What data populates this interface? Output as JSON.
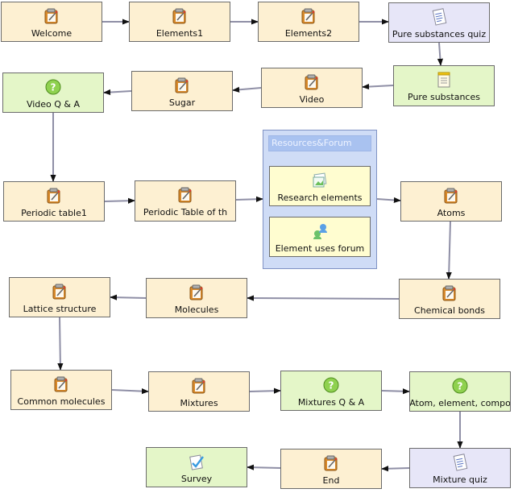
{
  "nodes": [
    {
      "id": "welcome",
      "label": "Welcome",
      "kind": "page",
      "icon": "page-icon"
    },
    {
      "id": "elements1",
      "label": "Elements1",
      "kind": "page",
      "icon": "page-icon"
    },
    {
      "id": "elements2",
      "label": "Elements2",
      "kind": "page",
      "icon": "page-icon"
    },
    {
      "id": "pure-substances-quiz",
      "label": "Pure substances quiz",
      "kind": "quiz",
      "icon": "quiz-icon"
    },
    {
      "id": "pure-substances",
      "label": "Pure substances",
      "kind": "qa",
      "icon": "notepad-icon"
    },
    {
      "id": "video",
      "label": "Video",
      "kind": "page",
      "icon": "page-icon"
    },
    {
      "id": "sugar",
      "label": "Sugar",
      "kind": "page",
      "icon": "page-icon"
    },
    {
      "id": "video-qa",
      "label": "Video Q & A",
      "kind": "qa",
      "icon": "question-icon"
    },
    {
      "id": "periodic-table1",
      "label": "Periodic table1",
      "kind": "page",
      "icon": "page-icon"
    },
    {
      "id": "periodic-table-of-th",
      "label": "Periodic Table of th",
      "kind": "page",
      "icon": "page-icon"
    },
    {
      "id": "research-elements",
      "label": "Research elements",
      "kind": "resource",
      "icon": "image-icon"
    },
    {
      "id": "element-uses-forum",
      "label": "Element uses forum",
      "kind": "resource",
      "icon": "forum-icon"
    },
    {
      "id": "atoms",
      "label": "Atoms",
      "kind": "page",
      "icon": "page-icon"
    },
    {
      "id": "chemical-bonds",
      "label": "Chemical bonds",
      "kind": "page",
      "icon": "page-icon"
    },
    {
      "id": "molecules",
      "label": "Molecules",
      "kind": "page",
      "icon": "page-icon"
    },
    {
      "id": "lattice-structure",
      "label": "Lattice structure",
      "kind": "page",
      "icon": "page-icon"
    },
    {
      "id": "common-molecules",
      "label": "Common molecules",
      "kind": "page",
      "icon": "page-icon"
    },
    {
      "id": "mixtures",
      "label": "Mixtures",
      "kind": "page",
      "icon": "page-icon"
    },
    {
      "id": "mixtures-qa",
      "label": "Mixtures Q & A",
      "kind": "qa",
      "icon": "question-icon"
    },
    {
      "id": "atom-element-compo",
      "label": "Atom, element, compo",
      "kind": "qa",
      "icon": "question-icon"
    },
    {
      "id": "mixture-quiz",
      "label": "Mixture quiz",
      "kind": "quiz",
      "icon": "quiz-icon"
    },
    {
      "id": "end",
      "label": "End",
      "kind": "page",
      "icon": "page-icon"
    },
    {
      "id": "survey",
      "label": "Survey",
      "kind": "qa",
      "icon": "survey-icon"
    }
  ],
  "groups": [
    {
      "id": "resources-forum",
      "title": "Resources&Forum",
      "children": [
        "research-elements",
        "element-uses-forum"
      ]
    }
  ],
  "edges": [
    {
      "from": "welcome",
      "to": "elements1"
    },
    {
      "from": "elements1",
      "to": "elements2"
    },
    {
      "from": "elements2",
      "to": "pure-substances-quiz"
    },
    {
      "from": "pure-substances-quiz",
      "to": "pure-substances"
    },
    {
      "from": "pure-substances",
      "to": "video"
    },
    {
      "from": "video",
      "to": "sugar"
    },
    {
      "from": "sugar",
      "to": "video-qa"
    },
    {
      "from": "video-qa",
      "to": "periodic-table1"
    },
    {
      "from": "periodic-table1",
      "to": "periodic-table-of-th"
    },
    {
      "from": "periodic-table-of-th",
      "to": "resources-forum"
    },
    {
      "from": "resources-forum",
      "to": "atoms"
    },
    {
      "from": "atoms",
      "to": "chemical-bonds"
    },
    {
      "from": "chemical-bonds",
      "to": "molecules"
    },
    {
      "from": "molecules",
      "to": "lattice-structure"
    },
    {
      "from": "lattice-structure",
      "to": "common-molecules"
    },
    {
      "from": "common-molecules",
      "to": "mixtures"
    },
    {
      "from": "mixtures",
      "to": "mixtures-qa"
    },
    {
      "from": "mixtures-qa",
      "to": "atom-element-compo"
    },
    {
      "from": "atom-element-compo",
      "to": "mixture-quiz"
    },
    {
      "from": "mixture-quiz",
      "to": "end"
    },
    {
      "from": "end",
      "to": "survey"
    }
  ],
  "colors": {
    "page": "#fdf0d2",
    "qa": "#e4f6c8",
    "quiz": "#e7e6f8",
    "resource": "#fffdd0",
    "group": "#cfdcf6",
    "edge": "#8f8fa6",
    "arrow": "#111111"
  }
}
